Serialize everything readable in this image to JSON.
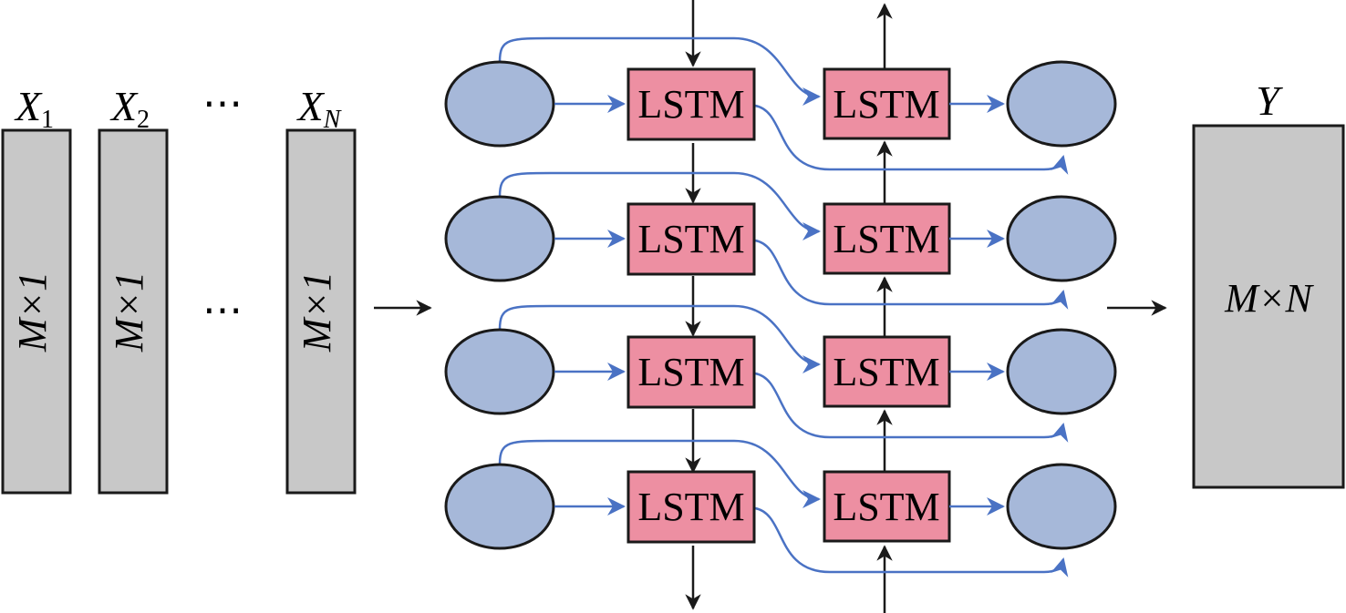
{
  "inputs": [
    {
      "symbol": "X",
      "subscript": "1",
      "dim_label": "M×1"
    },
    {
      "symbol": "X",
      "subscript": "2",
      "dim_label": "M×1"
    },
    {
      "symbol": "X",
      "subscript": "N",
      "dim_label": "M×1"
    }
  ],
  "ellipsis": "⋯",
  "lstm_label": "LSTM",
  "lstm_rows": 4,
  "output": {
    "symbol": "Y",
    "dim_label": "M×N"
  },
  "colors": {
    "input_fill": "#c8c8c8",
    "node_fill": "#a6b8d9",
    "lstm_fill": "#ed8fa2",
    "flow_arrow": "#4a72c4",
    "stroke": "#1a1a1a"
  }
}
